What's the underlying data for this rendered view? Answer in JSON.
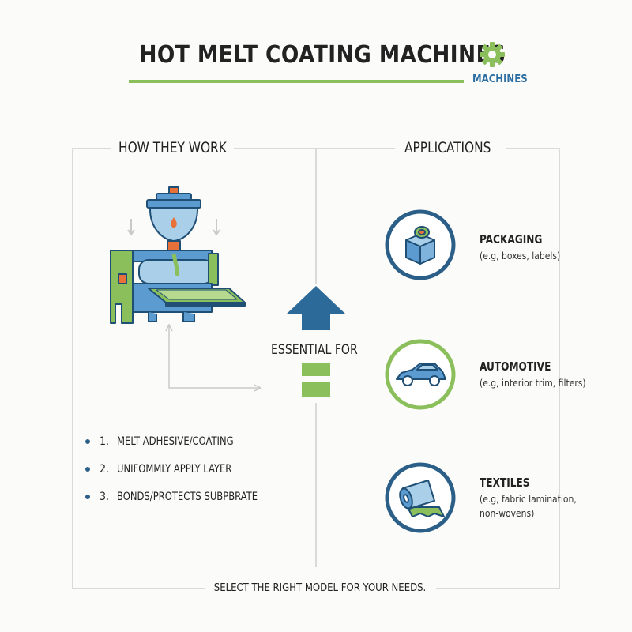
{
  "header": {
    "title": "HOT MELT COATING MACHINES",
    "badge": "MACHINES",
    "icon": "gear-icon"
  },
  "colors": {
    "blue": "#2c5f88",
    "light_blue": "#5b9bd0",
    "green": "#8bbf5c",
    "orange": "#e8713a",
    "line_gray": "#c9c9c9"
  },
  "left_panel": {
    "heading": "HOW THEY WORK",
    "illustration": "coating-machine-icon",
    "steps": [
      {
        "num": "1.",
        "text": "MELT ADHESIVE/COATING"
      },
      {
        "num": "2.",
        "text": "UNIFOMMLY APPLY LAYER"
      },
      {
        "num": "3.",
        "text": "BONDS/PROTECTS SUBPBRATE"
      }
    ]
  },
  "center": {
    "label": "ESSENTIAL FOR",
    "icons": [
      "up-arrow-icon",
      "equals-icon"
    ]
  },
  "right_panel": {
    "heading": "APPLICATIONS",
    "items": [
      {
        "title": "PACKAGING",
        "desc": "(e.g, boxes, labels)",
        "icon": "box-icon"
      },
      {
        "title": "AUTOMOTIVE",
        "desc": "(e.g, interior trim, filters)",
        "icon": "car-icon"
      },
      {
        "title": "TEXTILES",
        "desc": "(e.g, fabric lamination, non-wovens)",
        "icon": "fabric-roll-icon"
      }
    ]
  },
  "footer": {
    "text": "SELECT THE RIGHT MODEL FOR YOUR NEEDS."
  }
}
